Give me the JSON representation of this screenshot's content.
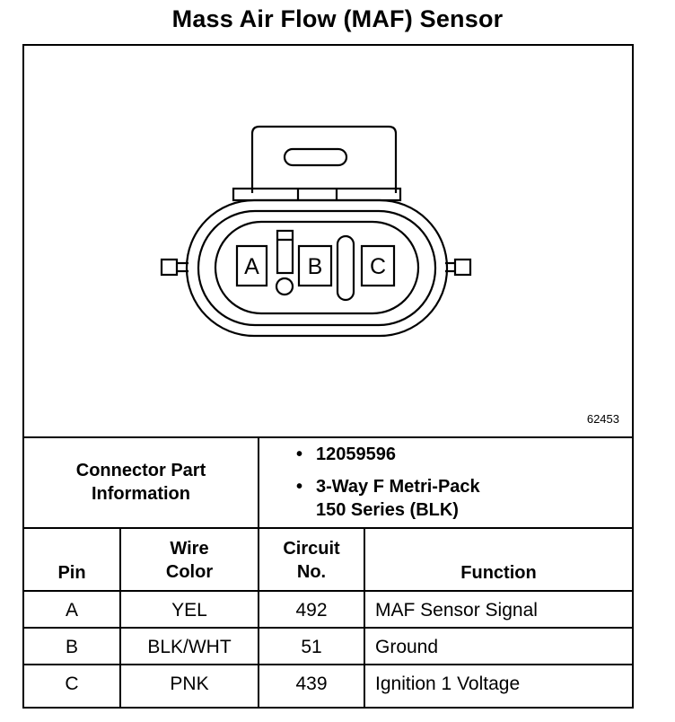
{
  "title": "Mass Air Flow (MAF) Sensor",
  "figure_number": "62453",
  "pin_labels": [
    "A",
    "B",
    "C"
  ],
  "connector_info": {
    "label_line1": "Connector Part",
    "label_line2": "Information",
    "bullet_symbol": "•",
    "part_number": "12059596",
    "description_line1": "3-Way F Metri-Pack",
    "description_line2": "150 Series (BLK)"
  },
  "table": {
    "headers": {
      "pin": "Pin",
      "wire_color_line1": "Wire",
      "wire_color_line2": "Color",
      "circuit_line1": "Circuit",
      "circuit_line2": "No.",
      "function": "Function"
    },
    "rows": [
      {
        "pin": "A",
        "wire_color": "YEL",
        "circuit": "492",
        "function": "MAF Sensor Signal"
      },
      {
        "pin": "B",
        "wire_color": "BLK/WHT",
        "circuit": "51",
        "function": "Ground"
      },
      {
        "pin": "C",
        "wire_color": "PNK",
        "circuit": "439",
        "function": "Ignition 1 Voltage"
      }
    ]
  }
}
